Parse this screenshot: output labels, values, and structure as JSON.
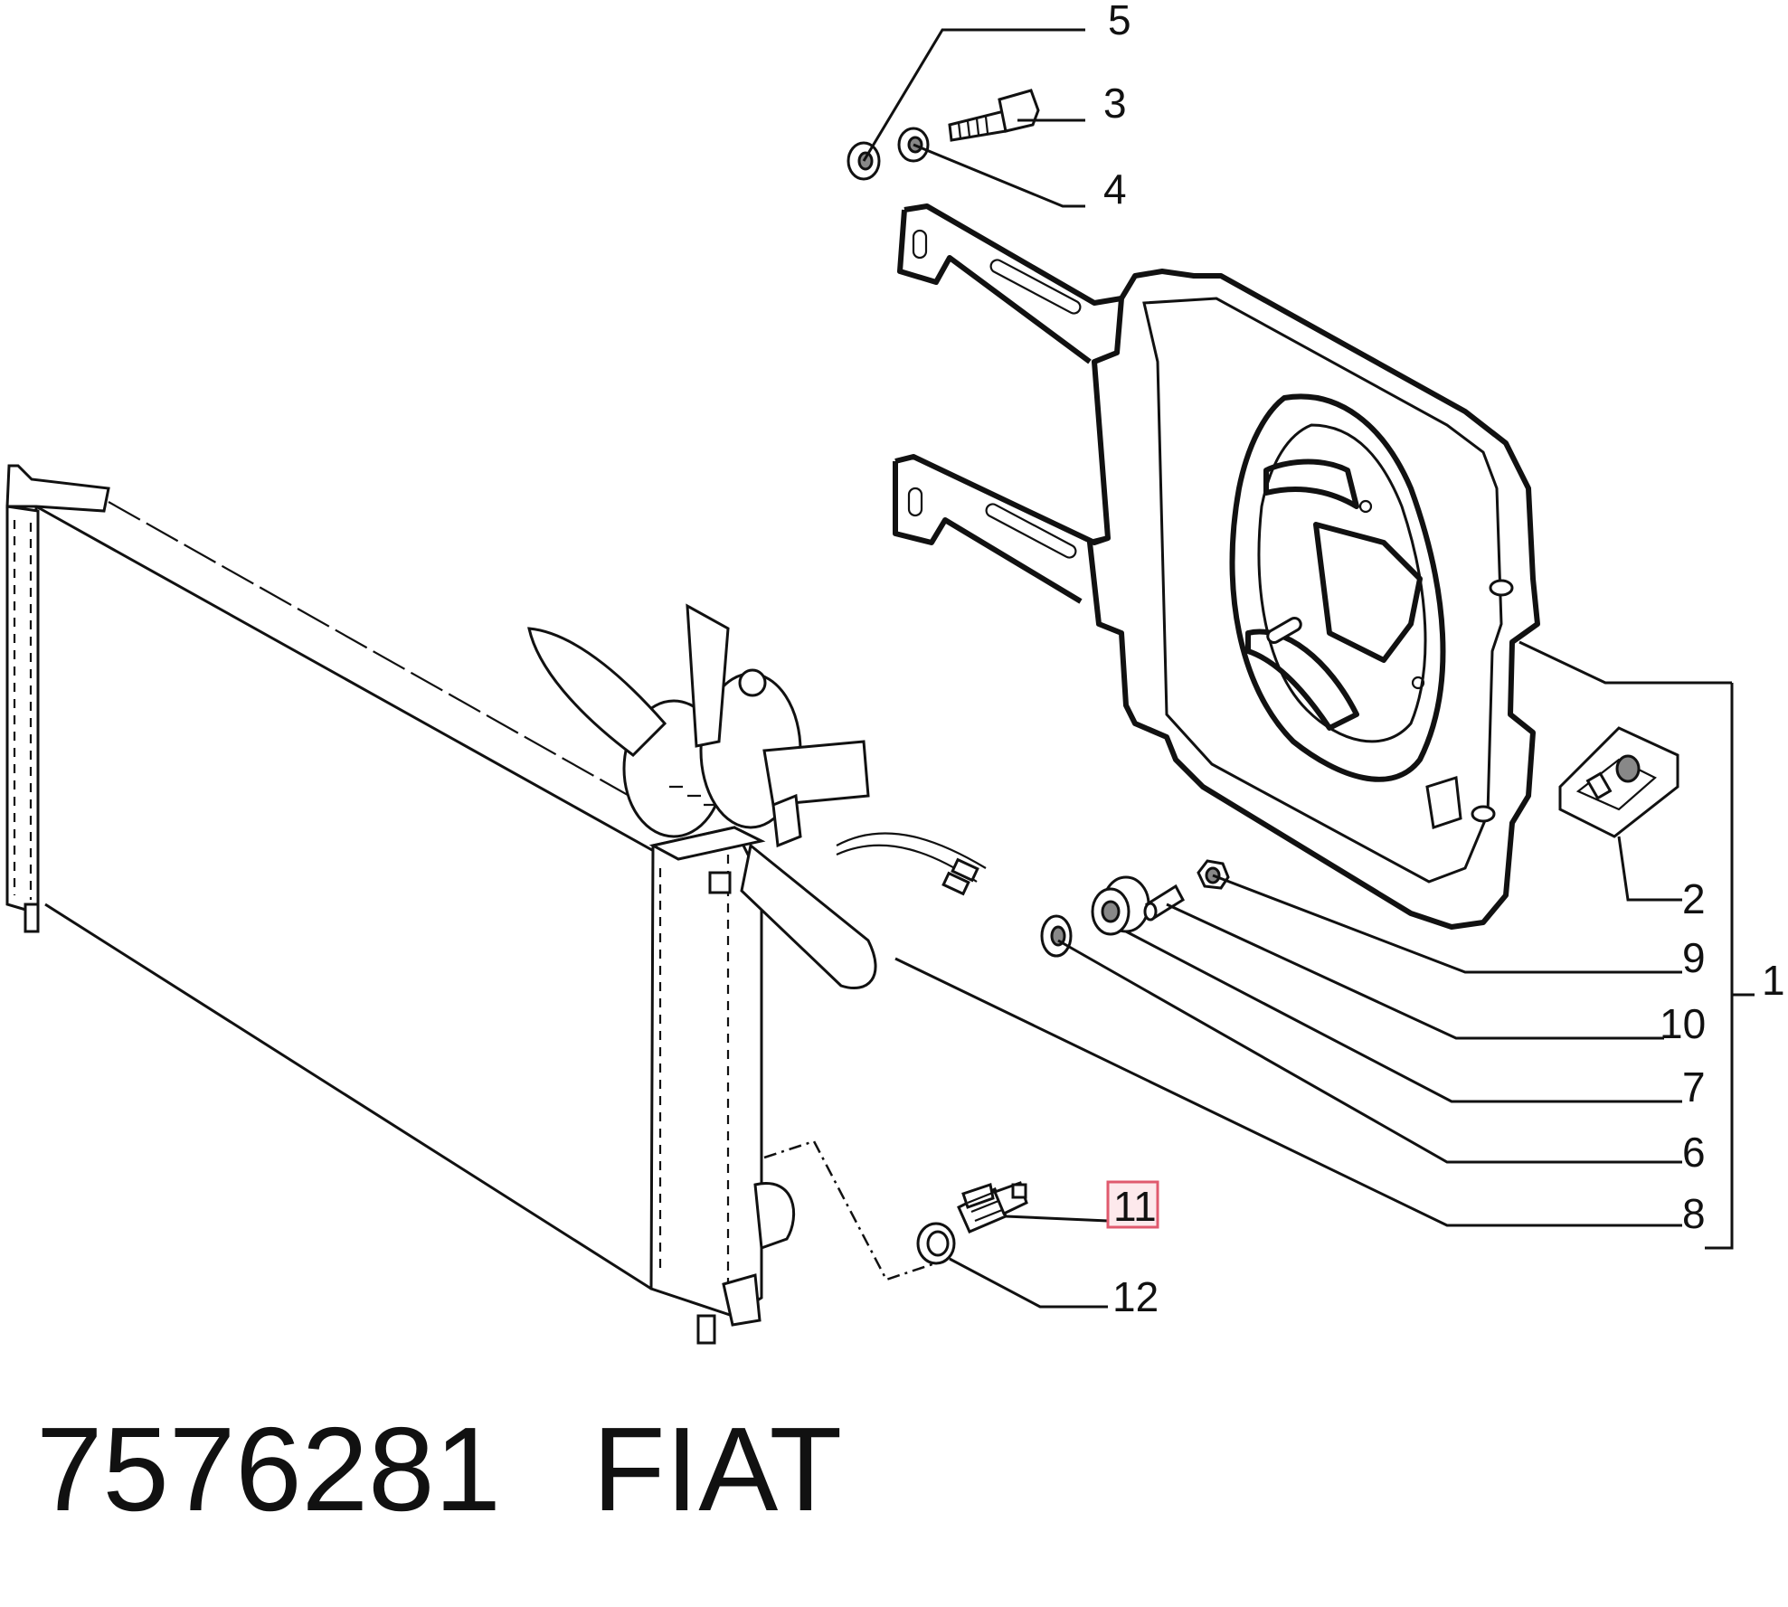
{
  "callouts": {
    "c1": "1",
    "c2": "2",
    "c3": "3",
    "c4": "4",
    "c5": "5",
    "c6": "6",
    "c7": "7",
    "c8": "8",
    "c9": "9",
    "c10": "10",
    "c11": "11",
    "c12": "12"
  },
  "highlighted_callout": "11",
  "footer": {
    "part_number": "7576281",
    "brand": "FIAT"
  },
  "colors": {
    "ink": "#111111",
    "highlight_fill": "#fde9ec",
    "highlight_stroke": "#e05a6e"
  }
}
